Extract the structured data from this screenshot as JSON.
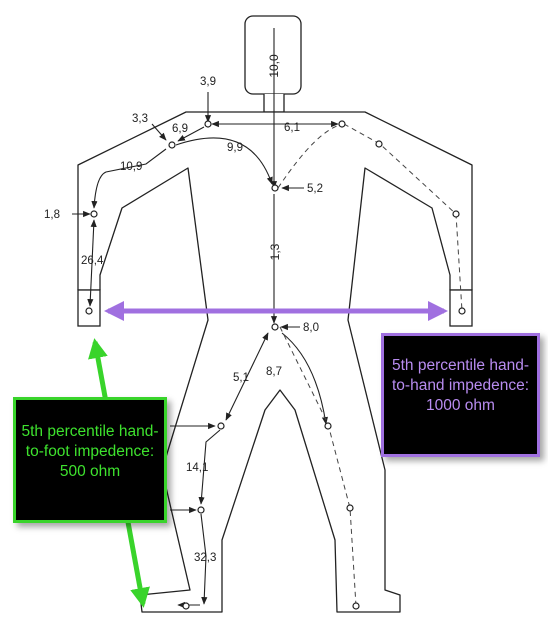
{
  "diagram": {
    "measurements": {
      "head": "10,0",
      "neck_arrow": "3,9",
      "shoulder_left": "3,3",
      "shoulder_inner": "6,9",
      "shoulder_width": "6,1",
      "chest_arc": "9,9",
      "chest_point": "5,2",
      "upper_arm": "10,9",
      "elbow": "1,8",
      "forearm": "26,4",
      "torso": "1,3",
      "groin": "8,0",
      "thigh_left": "5,1",
      "thigh_right": "8,7",
      "knee_shin": "14,1",
      "lower_leg": "32,3"
    },
    "colors": {
      "hand_to_hand": "#a070e0",
      "hand_to_foot": "#39d42b",
      "outline": "#222222"
    }
  },
  "callouts": {
    "hand_to_hand": "5th percentile hand-to-hand impedence: 1000 ohm",
    "hand_to_foot": "5th percentile hand-to-foot impedence: 500 ohm"
  }
}
